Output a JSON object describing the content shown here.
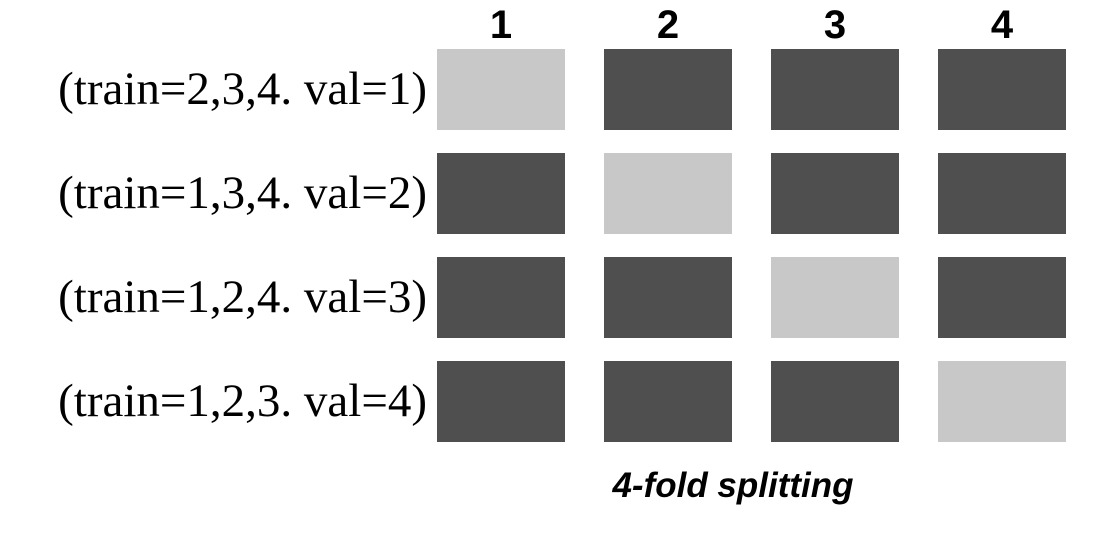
{
  "figure": {
    "column_headers": [
      "1",
      "2",
      "3",
      "4"
    ],
    "rows": [
      {
        "label": "(train=2,3,4. val=1)",
        "cells": [
          "val",
          "train",
          "train",
          "train"
        ]
      },
      {
        "label": "(train=1,3,4. val=2)",
        "cells": [
          "train",
          "val",
          "train",
          "train"
        ]
      },
      {
        "label": "(train=1,2,4. val=3)",
        "cells": [
          "train",
          "train",
          "val",
          "train"
        ]
      },
      {
        "label": "(train=1,2,3. val=4)",
        "cells": [
          "train",
          "train",
          "train",
          "val"
        ]
      }
    ],
    "caption": "4-fold splitting",
    "colors": {
      "train": "#4f4f4f",
      "val": "#c8c8c8",
      "text": "#000000",
      "background": "#ffffff"
    }
  }
}
